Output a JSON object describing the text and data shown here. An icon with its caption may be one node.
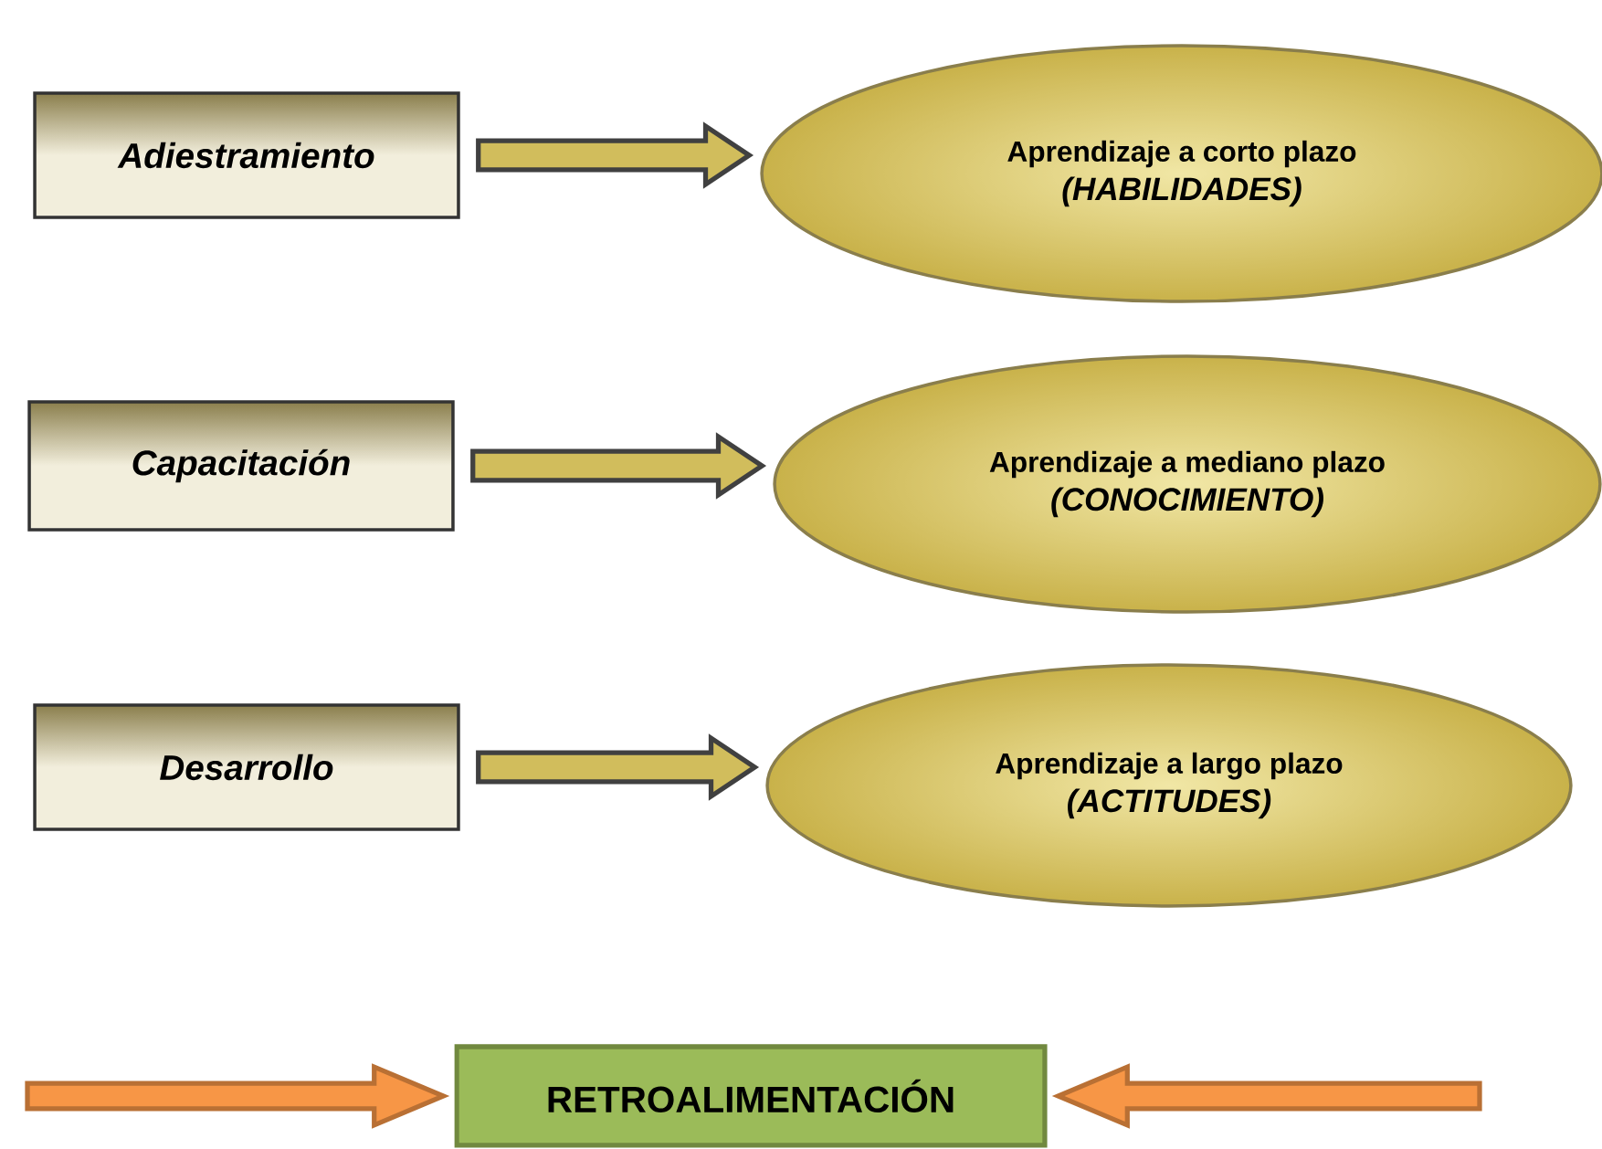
{
  "diagram": {
    "nodes": [
      {
        "text": [
          "Adiestramiento"
        ]
      },
      {
        "text": [
          "Aprendizaje a corto plazo",
          "(HABILIDADES)"
        ]
      },
      {
        "text": [
          "Capacitación"
        ]
      },
      {
        "text": [
          "Aprendizaje a mediano plazo",
          "(CONOCIMIENTO)"
        ]
      },
      {
        "text": [
          "Desarrollo"
        ]
      },
      {
        "text": [
          "Aprendizaje a largo plazo",
          "(ACTITUDES)"
        ]
      },
      {
        "text": [
          "RETROALIMENTACIÓN"
        ]
      }
    ],
    "edges": [
      {
        "from": 0,
        "to": 1,
        "arrow": "to"
      },
      {
        "from": 2,
        "to": 3,
        "arrow": "to"
      },
      {
        "from": 4,
        "to": 5,
        "arrow": "to"
      },
      {
        "from": null,
        "to": 6,
        "arrow": "to",
        "color": "#f79646"
      },
      {
        "from": null,
        "to": 6,
        "arrow": "to",
        "color": "#f79646"
      }
    ]
  }
}
